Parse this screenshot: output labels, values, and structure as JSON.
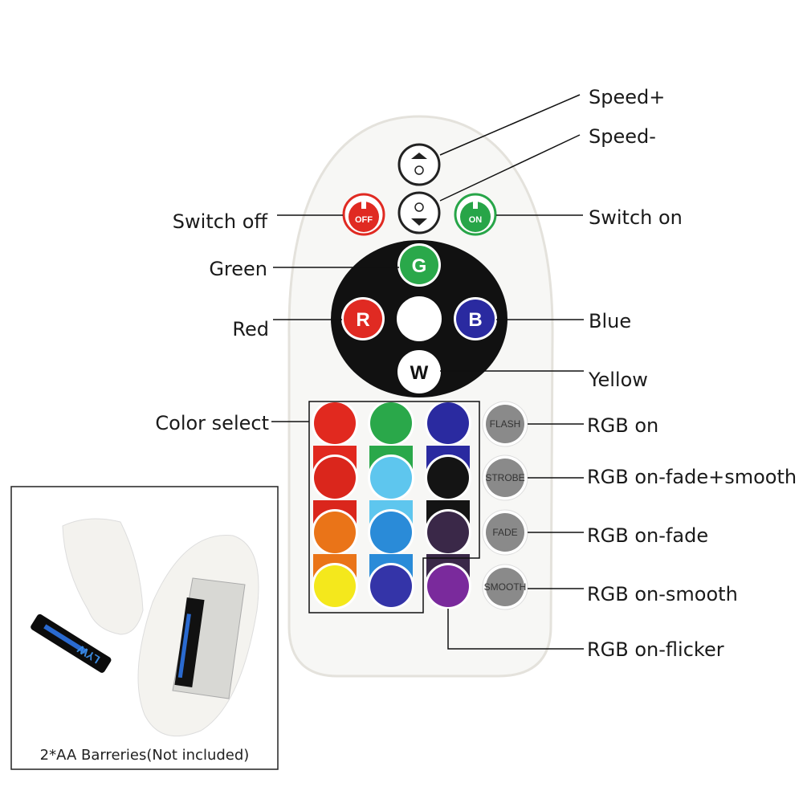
{
  "labels": {
    "speed_plus": "Speed+",
    "speed_minus": "Speed-",
    "switch_off": "Switch off",
    "switch_on": "Switch on",
    "green": "Green",
    "red": "Red",
    "blue": "Blue",
    "yellow": "Yellow",
    "color_select": "Color select",
    "rgb_on": "RGB on",
    "rgb_on_fade_smooth": "RGB on-fade+smooth",
    "rgb_on_fade": "RGB on-fade",
    "rgb_on_smooth": "RGB on-smooth",
    "rgb_on_flicker": "RGB on-flicker"
  },
  "buttons": {
    "off": "OFF",
    "on": "ON",
    "g": "G",
    "r": "R",
    "b": "B",
    "w": "W",
    "flash": "FLASH",
    "strobe": "STROBE",
    "fade": "FADE",
    "smooth": "SMOOTH"
  },
  "color_grid": [
    [
      "#e1291f",
      "#2aa84a",
      "#2a2aa0"
    ],
    [
      "#da261c",
      "#5ec6ee",
      "#141414"
    ],
    [
      "#ea7418",
      "#2a8bd8",
      "#3a2848"
    ],
    [
      "#f4e81c",
      "#3434a8",
      "#7a2a9c"
    ]
  ],
  "inset": {
    "caption": "2*AA Barreries(Not included)",
    "battery_brand": "LYW"
  }
}
